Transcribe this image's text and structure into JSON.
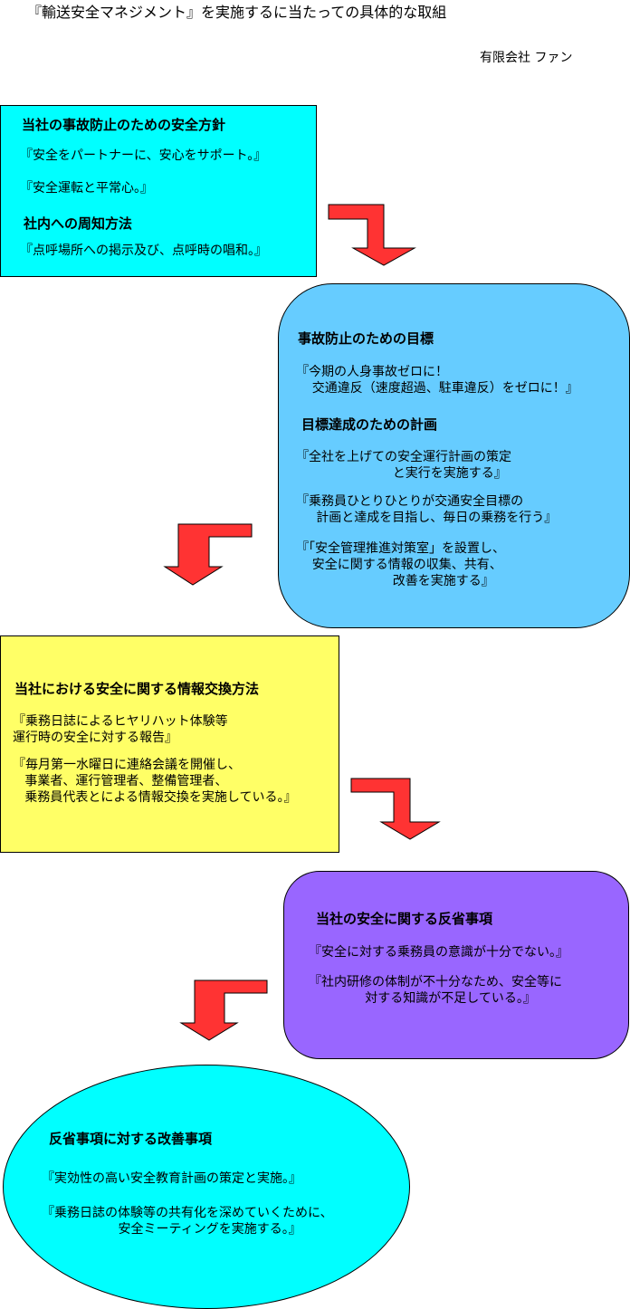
{
  "header": {
    "title": "『輸送安全マネジメント』を実施するに当たっての具体的な取組",
    "company": "有限会社 ファン"
  },
  "policy_box": {
    "heading": "当社の事故防止のための安全方針",
    "line1": "『安全をパートナーに、安心をサポート。』",
    "line2": "『安全運転と平常心。』",
    "subheading": "社内への周知方法",
    "line3": "『点呼場所への掲示及び、点呼時の唱和。』",
    "color": "#00ffff"
  },
  "goals_box": {
    "heading": "事故防止のための目標",
    "goal": "『今期の人身事故ゼロに！\n    交通違反（速度超過、駐車違反）をゼロに！』",
    "subheading": "目標達成のための計画",
    "plan1": "『全社を上げての安全運行計画の策定\n                        と実行を実施する』",
    "plan2": "『乗務員ひとりひとりが交通安全目標の\n     計画と達成を目指し、毎日の乗務を行う』",
    "plan3": "『「安全管理推進対策室」を設置し、\n    安全に関する情報の収集、共有、\n                        改善を実施する』",
    "color": "#66ccff"
  },
  "info_box": {
    "heading": "当社における安全に関する情報交換方法",
    "item1": "『乗務日誌によるヒヤリハット体験等\n運行時の安全に対する報告』",
    "item2": "『毎月第一水曜日に連絡会議を開催し、\n   事業者、運行管理者、整備管理者、\n   乗務員代表とによる情報交換を実施している。』",
    "color": "#ffff66"
  },
  "review_box": {
    "heading": "当社の安全に関する反省事項",
    "item1": "『安全に対する乗務員の意識が十分でない。』",
    "item2": "『社内研修の体制が不十分なため、安全等に\n              対する知識が不足している。』",
    "color": "#9966ff"
  },
  "improvement_box": {
    "heading": "反省事項に対する改善事項",
    "item1": "『実効性の高い安全教育計画の策定と実施。』",
    "item2": "『乗務日誌の体験等の共有化を深めていくために、\n                   安全ミーティングを実施する。』",
    "color": "#00ffff"
  },
  "arrow": {
    "color": "#ff3333"
  }
}
